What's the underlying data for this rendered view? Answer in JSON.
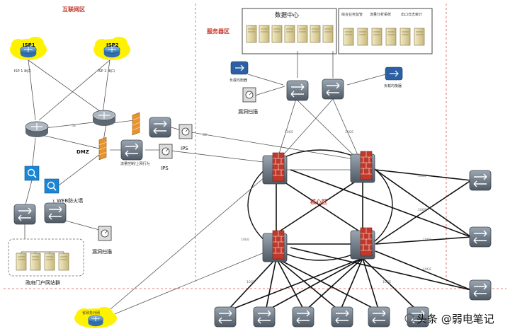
{
  "zones": {
    "internet": "互联网区",
    "server": "服务器区",
    "core": "核心区",
    "dmz": "DMZ"
  },
  "isp": {
    "isp1": "ISP1",
    "isp2": "ISP2",
    "isp1_exit": "ISP 1 出口",
    "isp2_exit": "ISP 2 出口"
  },
  "server_area": {
    "data_center": "数据中心",
    "biz_monitor": "综合业务监管",
    "flow_analysis": "流量分析系统",
    "exit_audit": "出口日志审计"
  },
  "devices": {
    "flow_control": "流量控制/上网行为",
    "ips_top": "IPS",
    "ips_bottom": "IPS",
    "waf": "WEB防火墙",
    "vuln_scan_top": "漏洞扫描",
    "vuln_scan_bottom": "漏洞扫描",
    "portal_cluster": "政府门户网站群",
    "egov_net": "省政务外网",
    "lb_left": "负载均衡器",
    "lb_right": "负载均衡器"
  },
  "watermark": "头条 @弱电笔记",
  "colors": {
    "zone_label": "#c0392b",
    "isp_cloud": "#fff200",
    "router": "#2f6fb0",
    "firewall": "#c0392b",
    "divider": "#d9534f"
  }
}
